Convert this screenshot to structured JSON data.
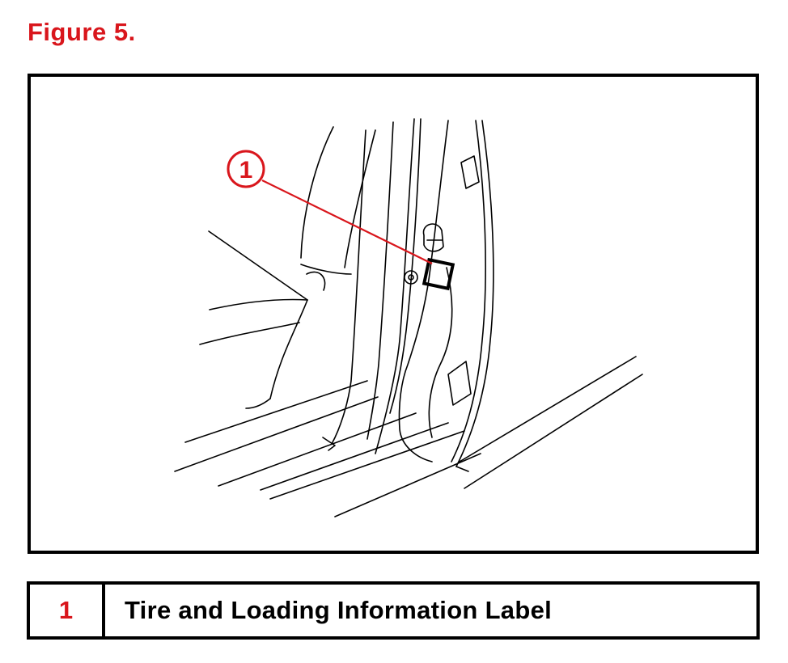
{
  "figure": {
    "title": "Figure 5."
  },
  "callout": {
    "number": "1"
  },
  "legend": {
    "rows": [
      {
        "number": "1",
        "description": "Tire and Loading Information Label"
      }
    ]
  },
  "colors": {
    "accent_red": "#d9161c",
    "line": "#000000",
    "background": "#ffffff"
  }
}
